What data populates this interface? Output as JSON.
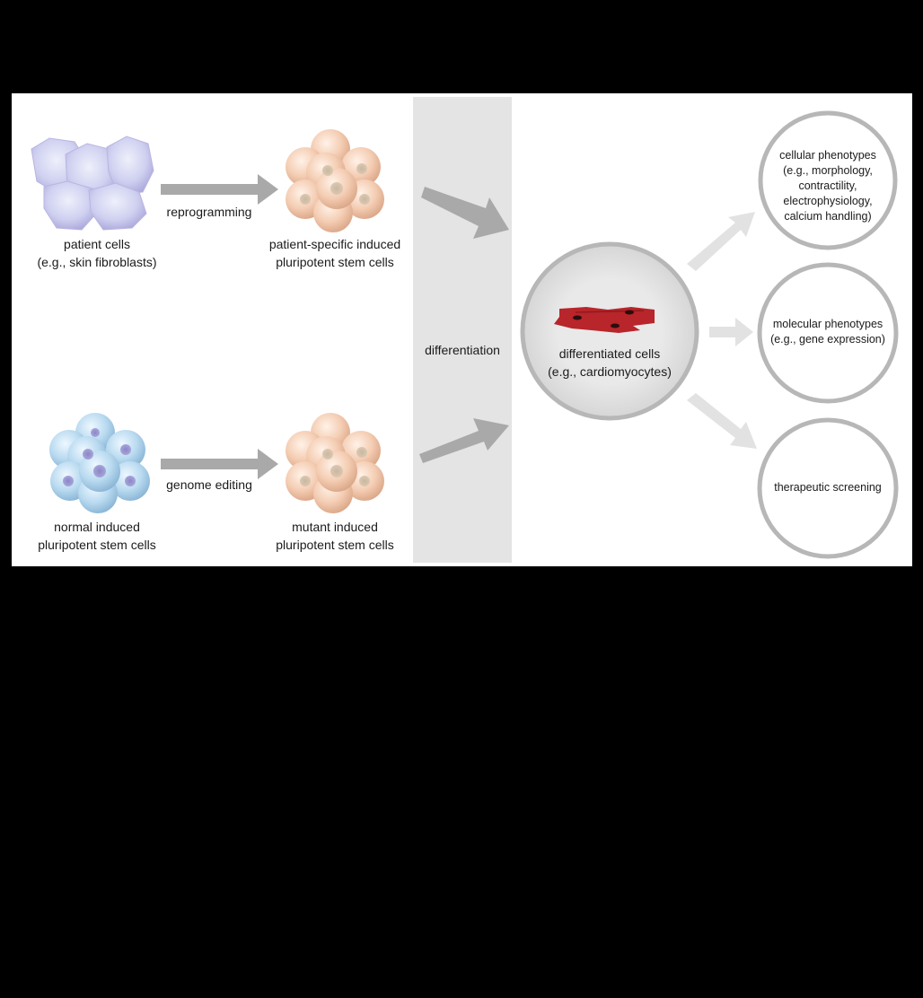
{
  "diagram": {
    "colors": {
      "background": "#000000",
      "panel": "#ffffff",
      "differentiation_band": "#e4e4e4",
      "arrow": "#a9a9a9",
      "arrow_light": "#e2e2e2",
      "circle_stroke": "#b7b7b7",
      "fibroblast": "#c9c6ee",
      "ipsc_patient": "#f0c5a8",
      "ipsc_normal": "#a9cfe8",
      "cardiomyocyte": "#b8252a"
    },
    "nodes": {
      "patient_cells": {
        "line1": "patient cells",
        "line2": "(e.g., skin fibroblasts)"
      },
      "patient_ipsc": {
        "line1": "patient-specific induced",
        "line2": "pluripotent stem cells"
      },
      "normal_ipsc": {
        "line1": "normal induced",
        "line2": "pluripotent stem cells"
      },
      "mutant_ipsc": {
        "line1": "mutant induced",
        "line2": "pluripotent stem cells"
      },
      "differentiated": {
        "line1": "differentiated cells",
        "line2": "(e.g., cardiomyocytes)"
      },
      "cellular_phenotypes": {
        "line1": "cellular phenotypes",
        "line2": "(e.g., morphology,",
        "line3": "contractility,",
        "line4": "electrophysiology,",
        "line5": "calcium handling)"
      },
      "molecular_phenotypes": {
        "line1": "molecular phenotypes",
        "line2": "(e.g., gene expression)"
      },
      "therapeutic_screening": {
        "line1": "therapeutic screening"
      }
    },
    "edges": {
      "reprogramming": "reprogramming",
      "genome_editing": "genome editing",
      "differentiation": "differentiation"
    }
  }
}
